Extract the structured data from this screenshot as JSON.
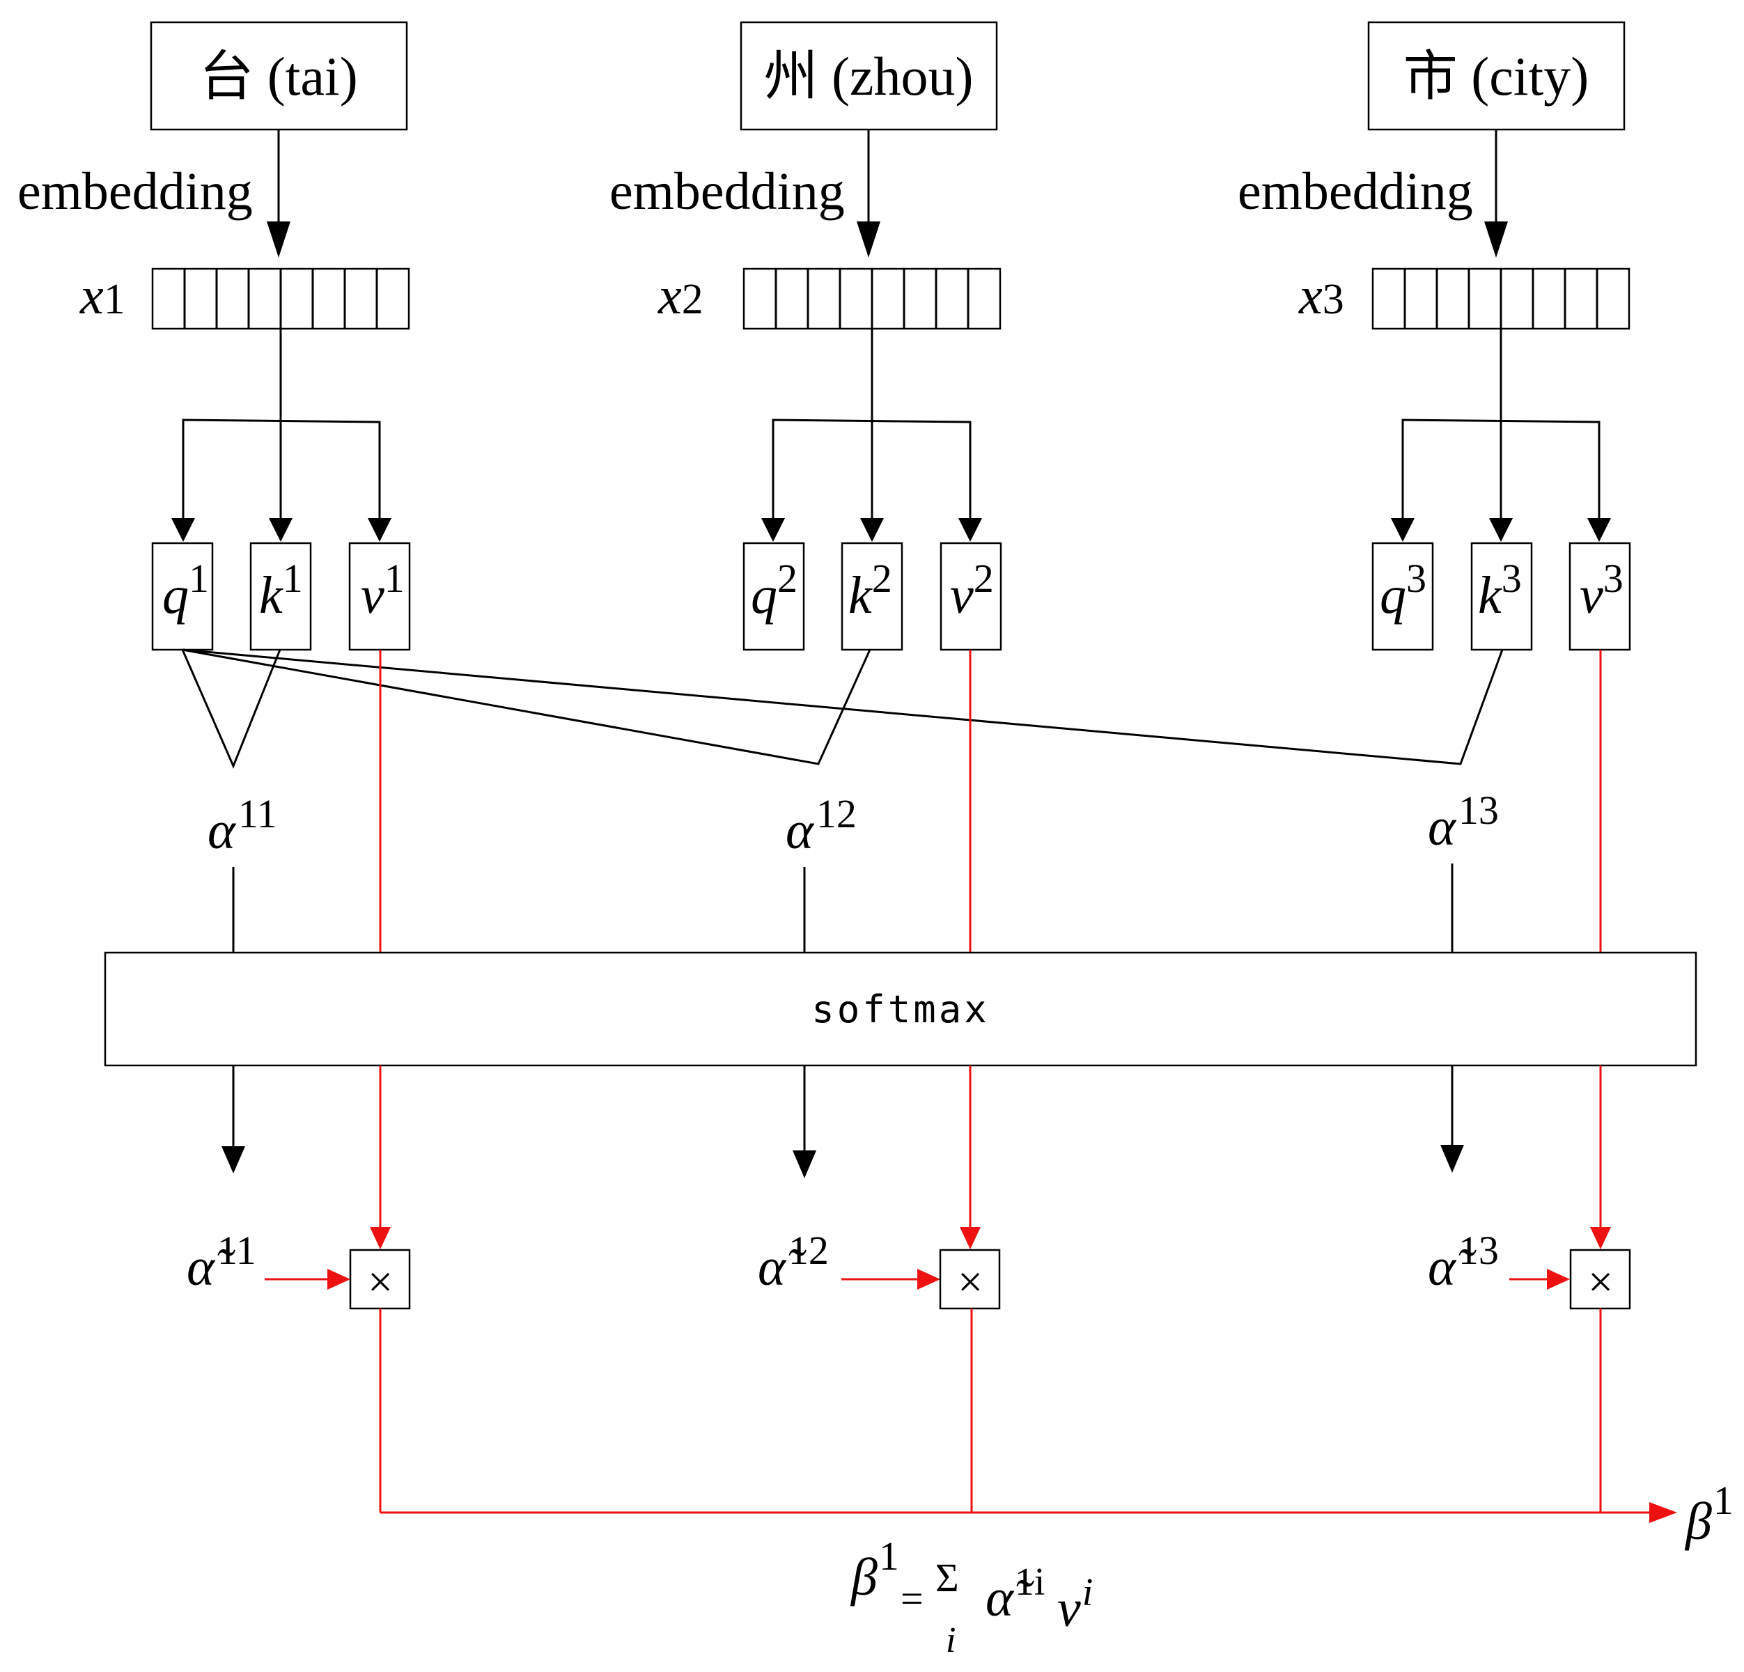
{
  "tokens": [
    {
      "id": "t1",
      "label": "台 (tai)"
    },
    {
      "id": "t2",
      "label": "州 (zhou)"
    },
    {
      "id": "t3",
      "label": "市 (city)"
    }
  ],
  "embedding_label": "embedding",
  "vectors": [
    {
      "base": "x",
      "sub": "1"
    },
    {
      "base": "x",
      "sub": "2"
    },
    {
      "base": "x",
      "sub": "3"
    }
  ],
  "qkv": [
    {
      "q": "q",
      "k": "k",
      "v": "v",
      "sup": "1"
    },
    {
      "q": "q",
      "k": "k",
      "v": "v",
      "sup": "2"
    },
    {
      "q": "q",
      "k": "k",
      "v": "v",
      "sup": "3"
    }
  ],
  "alphas": [
    {
      "sym": "α",
      "sup": "11"
    },
    {
      "sym": "α",
      "sup": "12"
    },
    {
      "sym": "α",
      "sup": "13"
    }
  ],
  "alpha_tilde": [
    {
      "sym": "α̃",
      "sup": "11"
    },
    {
      "sym": "α̃",
      "sup": "12"
    },
    {
      "sym": "α̃",
      "sup": "13"
    }
  ],
  "softmax_label": "softmax",
  "multiply_symbol": "×",
  "output": {
    "sym": "β",
    "sup": "1"
  },
  "formula": {
    "lhs": "β",
    "lhs_sup": "1",
    "eq": "=",
    "sum": "Σ",
    "sum_sub": "i",
    "alpha": "α̃",
    "alpha_sup": "1i",
    "v": "v",
    "v_sup": "i"
  },
  "colors": {
    "line": "#000000",
    "value_path": "#ee1111"
  }
}
